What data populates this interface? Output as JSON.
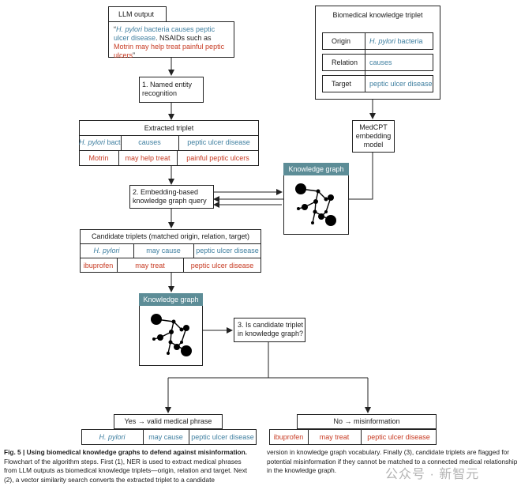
{
  "llm_output": {
    "title": "LLM output",
    "quote_open": "“",
    "quote_blue_italic": "H. pylori",
    "quote_blue_rest": " bacteria causes peptic ulcer disease",
    "quote_mid": ". NSAIDs such as ",
    "quote_red": "Motrin may help treat painful peptic ulcers",
    "quote_close": "”"
  },
  "step1": "1. Named entity recognition",
  "extracted": {
    "title": "Extracted triplet",
    "row1": {
      "origin_italic": "H. pylori",
      "origin_rest": " bacteria",
      "relation": "causes",
      "target": "peptic ulcer disease"
    },
    "row2": {
      "origin": "Motrin",
      "relation": "may help treat",
      "target": "painful peptic ulcers"
    }
  },
  "bkt": {
    "title": "Biomedical knowledge triplet",
    "rows": [
      {
        "label": "Origin",
        "value_italic": "H. pylori",
        "value_rest": " bacteria"
      },
      {
        "label": "Relation",
        "value": "causes"
      },
      {
        "label": "Target",
        "value": "peptic ulcer disease"
      }
    ]
  },
  "medcpt": "MedCPT embedding model",
  "kg_label": "Knowledge graph",
  "step2": "2. Embedding-based knowledge graph query",
  "candidates": {
    "title": "Candidate triplets (matched origin, relation, target)",
    "row1": {
      "origin": "H. pylori",
      "relation": "may cause",
      "target": "peptic ulcer disease"
    },
    "row2": {
      "origin": "ibuprofen",
      "relation": "may treat",
      "target": "peptic ulcer disease"
    }
  },
  "step3": "3. Is candidate triplet in knowledge graph?",
  "yes": {
    "title": "Yes → valid medical phrase",
    "row": {
      "origin": "H. pylori",
      "relation": "may cause",
      "target": "peptic ulcer disease"
    }
  },
  "no": {
    "title": "No → misinformation",
    "row": {
      "origin": "ibuprofen",
      "relation": "may treat",
      "target": "peptic ulcer disease"
    }
  },
  "caption": {
    "fig_label": "Fig. 5 | Using biomedical knowledge graphs to defend against misinformation.",
    "col1": "Flowchart of the algorithm steps. First (1), NER is used to extract medical phrases from LLM outputs as biomedical knowledge triplets—origin, relation and target. Next (2), a vector similarity search converts the extracted triplet to a candidate",
    "col2": "version in knowledge graph vocabulary. Finally (3), candidate triplets are flagged for potential misinformation if they cannot be matched to a connected medical relationship in the knowledge graph."
  },
  "watermark": "公众号 · 新智元"
}
